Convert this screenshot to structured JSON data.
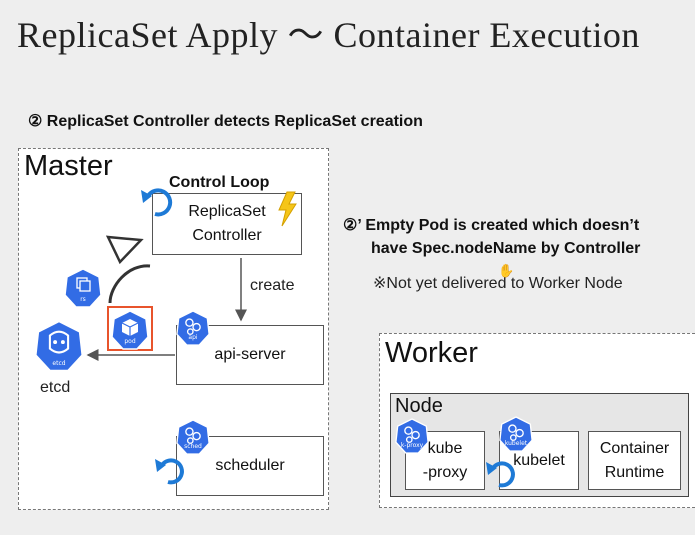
{
  "slide": {
    "title": "ReplicaSet Apply 〜 Container Execution",
    "step_heading": "② ReplicaSet Controller detects ReplicaSet creation"
  },
  "master": {
    "label": "Master",
    "control_loop": "Control Loop",
    "controller_line1": "ReplicaSet",
    "controller_line2": "Controller",
    "create_label": "create",
    "api_server": "api-server",
    "scheduler": "scheduler",
    "etcd": "etcd",
    "icon_labels": {
      "rs": "rs",
      "pod": "pod",
      "api": "api",
      "sched": "sched",
      "etcd": "etcd"
    }
  },
  "note": {
    "line1": "②’ Empty Pod is created which doesn’t",
    "line2": "have Spec.nodeName by Controller",
    "line3": "※Not yet delivered to Worker Node"
  },
  "worker": {
    "label": "Worker",
    "node_label": "Node",
    "kube_proxy_line1": "kube",
    "kube_proxy_line2": "-proxy",
    "kubelet": "kubelet",
    "runtime_line1": "Container",
    "runtime_line2": "Runtime",
    "icon_labels": {
      "kproxy": "k-proxy",
      "kubelet": "kubelet"
    }
  },
  "colors": {
    "k8s_blue": "#326ce5",
    "highlight_red": "#e8542c",
    "lightning": "#f5c518",
    "background": "#eeeeee"
  },
  "icons": [
    "kubernetes-hex-icon",
    "refresh-cycle-icon",
    "lightning-icon",
    "curved-arrow-icon"
  ]
}
